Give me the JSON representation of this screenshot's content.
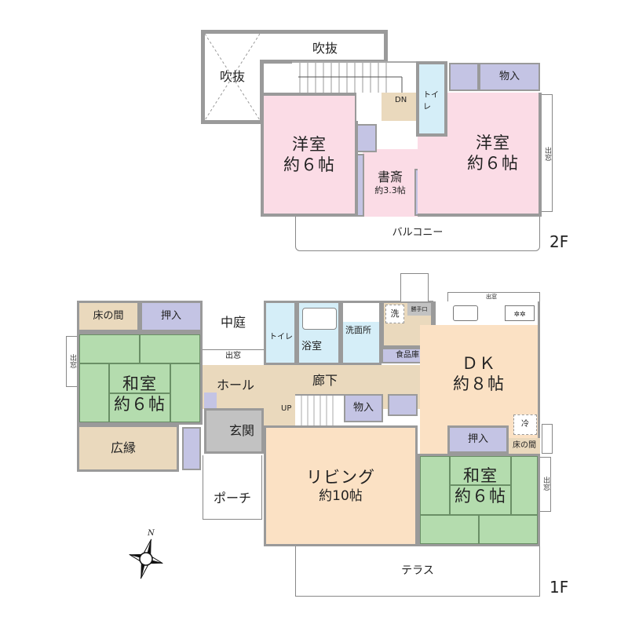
{
  "floors": {
    "second": {
      "label": "2F",
      "rooms": {
        "void_left": "吹抜",
        "void_top": "吹抜",
        "western_left": {
          "name": "洋室",
          "size": "約６帖"
        },
        "western_right": {
          "name": "洋室",
          "size": "約６帖"
        },
        "study": {
          "name": "書斎",
          "size": "約3.3帖"
        },
        "toilet": "トイレ",
        "storage": "物入",
        "balcony": "バルコニー",
        "bay_window": "出窓",
        "stair_marker": "DN"
      }
    },
    "first": {
      "label": "1F",
      "rooms": {
        "tokonoma_left": "床の間",
        "closet_left": "押入",
        "courtyard": "中庭",
        "courtyard_window": "出窓",
        "japanese_left": {
          "name": "和室",
          "size": "約６帖"
        },
        "bay_window_left": "出窓",
        "engawa": "広縁",
        "hall": "ホール",
        "entrance": "玄関",
        "porch": "ポーチ",
        "toilet": "トイレ",
        "bathroom": "浴室",
        "washroom": "洗面所",
        "laundry": "洗",
        "back_door": "勝手口",
        "pantry": "食品庫",
        "corridor": "廊下",
        "stair_marker": "UP",
        "storage": "物入",
        "dk": {
          "name": "ＤＫ",
          "size": "約８帖"
        },
        "kitchen_window": "出窓",
        "fridge": "冷",
        "closet_right": "押入",
        "tokonoma_right": "床の間",
        "living": {
          "name": "リビング",
          "size": "約10帖"
        },
        "japanese_right": {
          "name": "和室",
          "size": "約６帖"
        },
        "bay_window_right": "出窓",
        "terrace": "テラス"
      }
    }
  },
  "compass": {
    "north_label": "N"
  },
  "colors": {
    "western": "#fbdce6",
    "japanese": "#b4dcae",
    "storage": "#c4c4e4",
    "wet_area": "#d5eef8",
    "floor_wood": "#ead9bd",
    "living": "#fbe1c4",
    "entrance": "#c2c2c2",
    "wall": "#9a9a9a"
  }
}
